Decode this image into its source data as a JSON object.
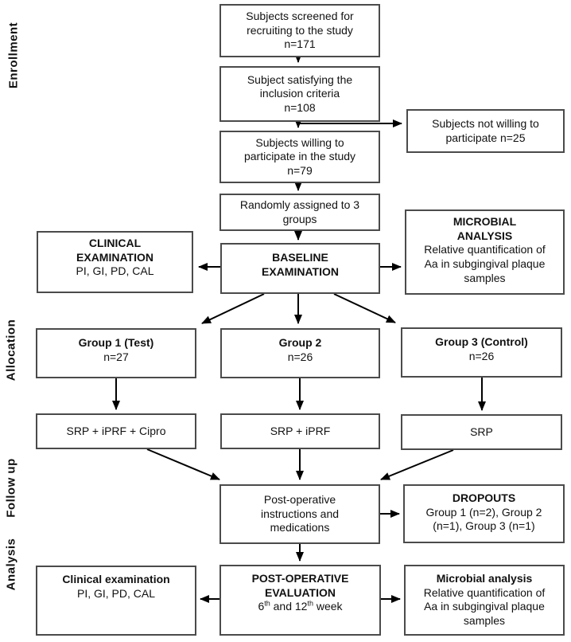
{
  "stages": {
    "enrollment": "Enrollment",
    "allocation": "Allocation",
    "followup": "Follow up",
    "analysis": "Analysis"
  },
  "boxes": {
    "screened": {
      "body": "Subjects screened for\nrecruiting to the study\nn=171"
    },
    "inclusion": {
      "body": "Subject satisfying the\ninclusion criteria\nn=108"
    },
    "not_willing": {
      "body": "Subjects not willing to\nparticipate n=25"
    },
    "willing": {
      "body": "Subjects willing to\nparticipate in the study\nn=79"
    },
    "randomized": {
      "body": "Randomly assigned to 3\ngroups"
    },
    "clinical_exam_baseline": {
      "title": "CLINICAL\nEXAMINATION",
      "body": "PI, GI, PD, CAL"
    },
    "baseline_exam": {
      "title": "BASELINE\nEXAMINATION"
    },
    "microbial_baseline": {
      "title": "MICROBIAL\nANALYSIS",
      "body": "Relative quantification of\nAa in subgingival plaque\nsamples"
    },
    "group1": {
      "title": "Group 1 (Test)",
      "body": "n=27"
    },
    "group2": {
      "title": "Group 2",
      "body": "n=26"
    },
    "group3": {
      "title": "Group 3 (Control)",
      "body": "n=26"
    },
    "treatment1": {
      "body": "SRP + iPRF + Cipro"
    },
    "treatment2": {
      "body": "SRP + iPRF"
    },
    "treatment3": {
      "body": "SRP"
    },
    "postop_instructions": {
      "body": "Post-operative\ninstructions and\nmedications"
    },
    "dropouts": {
      "title": "DROPOUTS",
      "body": "Group 1 (n=2), Group 2\n(n=1), Group 3 (n=1)"
    },
    "clinical_exam_final": {
      "title": "Clinical examination",
      "body": "PI, GI, PD, CAL"
    },
    "postop_eval": {
      "title": "POST-OPERATIVE\nEVALUATION",
      "week": {
        "p1": "6",
        "sup1": "th",
        "p2": " and 12",
        "sup2": "th",
        "p3": " week"
      }
    },
    "microbial_final": {
      "title": "Microbial analysis",
      "body": "Relative quantification of\nAa in subgingival plaque\nsamples"
    }
  },
  "colors": {
    "line": "#000000",
    "border": "#4b4b4b",
    "background": "#ffffff"
  }
}
